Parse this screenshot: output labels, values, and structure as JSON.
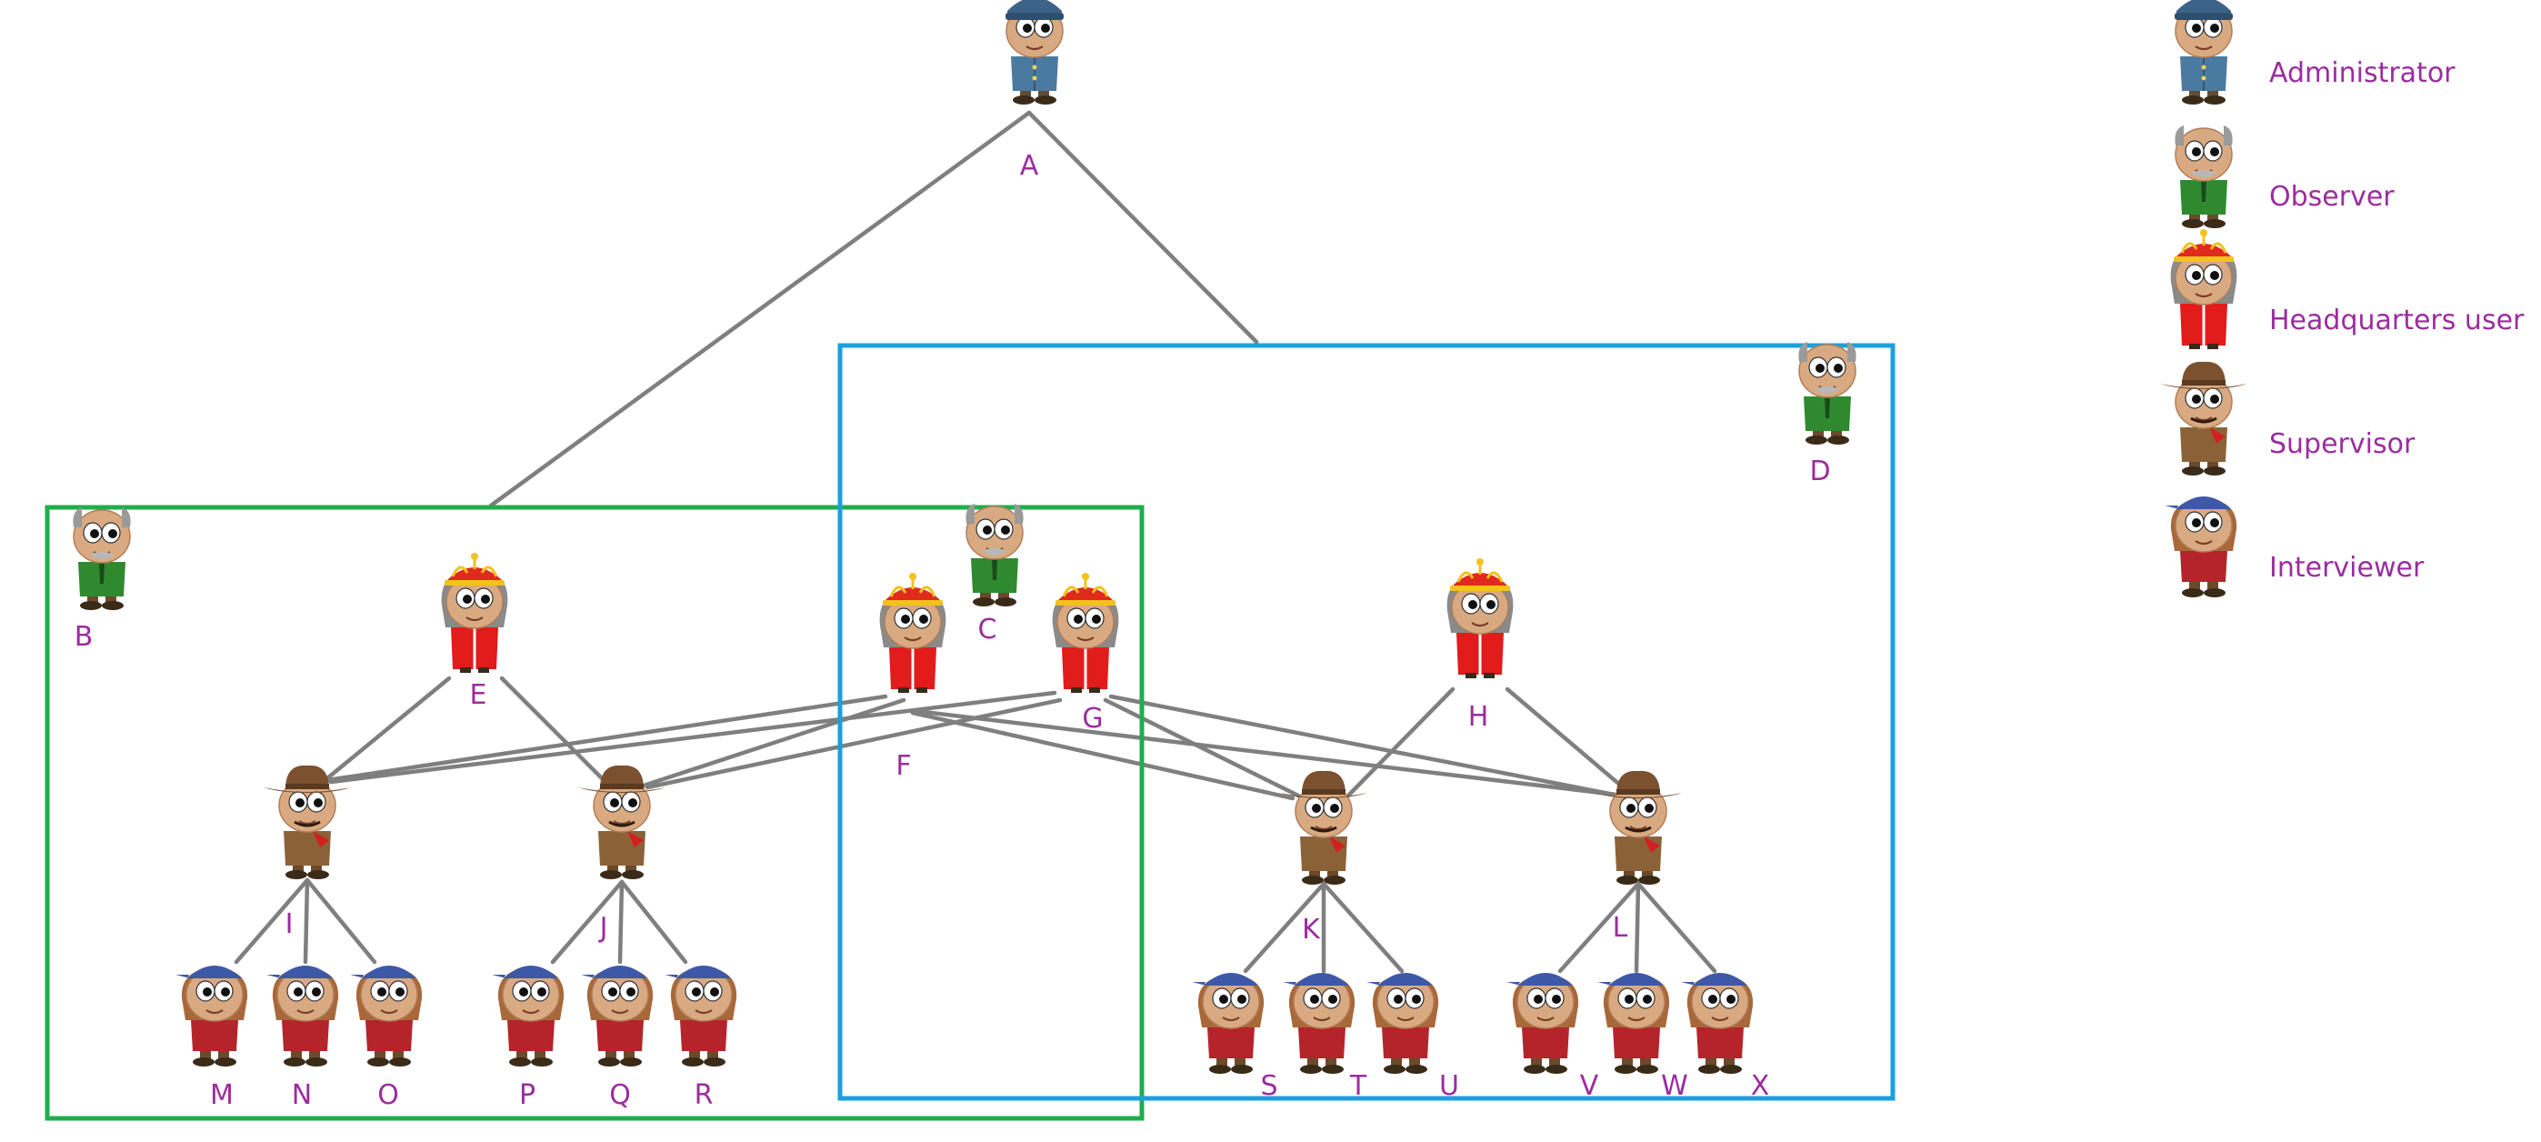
{
  "colors": {
    "label": "#9b2d9f",
    "edge": "#7f7f7f",
    "group_green": "#1fae4b",
    "group_blue": "#1aa0dc"
  },
  "legend": [
    {
      "role": "administrator",
      "label": "Administrator"
    },
    {
      "role": "observer",
      "label": "Observer"
    },
    {
      "role": "headquarters",
      "label": "Headquarters user"
    },
    {
      "role": "supervisor",
      "label": "Supervisor"
    },
    {
      "role": "interviewer",
      "label": "Interviewer"
    }
  ],
  "nodes": [
    {
      "id": "A",
      "label": "A",
      "role": "administrator"
    },
    {
      "id": "B",
      "label": "B",
      "role": "observer"
    },
    {
      "id": "C",
      "label": "C",
      "role": "observer"
    },
    {
      "id": "D",
      "label": "D",
      "role": "observer"
    },
    {
      "id": "E",
      "label": "E",
      "role": "headquarters"
    },
    {
      "id": "F",
      "label": "F",
      "role": "headquarters"
    },
    {
      "id": "G",
      "label": "G",
      "role": "headquarters"
    },
    {
      "id": "H",
      "label": "H",
      "role": "headquarters"
    },
    {
      "id": "I",
      "label": "I",
      "role": "supervisor"
    },
    {
      "id": "J",
      "label": "J",
      "role": "supervisor"
    },
    {
      "id": "K",
      "label": "K",
      "role": "supervisor"
    },
    {
      "id": "L",
      "label": "L",
      "role": "supervisor"
    },
    {
      "id": "M",
      "label": "M",
      "role": "interviewer"
    },
    {
      "id": "N",
      "label": "N",
      "role": "interviewer"
    },
    {
      "id": "O",
      "label": "O",
      "role": "interviewer"
    },
    {
      "id": "P",
      "label": "P",
      "role": "interviewer"
    },
    {
      "id": "Q",
      "label": "Q",
      "role": "interviewer"
    },
    {
      "id": "R",
      "label": "R",
      "role": "interviewer"
    },
    {
      "id": "S",
      "label": "S",
      "role": "interviewer"
    },
    {
      "id": "T",
      "label": "T",
      "role": "interviewer"
    },
    {
      "id": "U",
      "label": "U",
      "role": "interviewer"
    },
    {
      "id": "V",
      "label": "V",
      "role": "interviewer"
    },
    {
      "id": "W",
      "label": "W",
      "role": "interviewer"
    },
    {
      "id": "X",
      "label": "X",
      "role": "interviewer"
    }
  ],
  "edges": [
    [
      "A",
      "groupLeft"
    ],
    [
      "A",
      "groupRight"
    ],
    [
      "E",
      "I"
    ],
    [
      "E",
      "J"
    ],
    [
      "F",
      "I"
    ],
    [
      "F",
      "J"
    ],
    [
      "F",
      "K"
    ],
    [
      "F",
      "L"
    ],
    [
      "G",
      "I"
    ],
    [
      "G",
      "J"
    ],
    [
      "G",
      "K"
    ],
    [
      "G",
      "L"
    ],
    [
      "H",
      "K"
    ],
    [
      "H",
      "L"
    ],
    [
      "I",
      "M"
    ],
    [
      "I",
      "N"
    ],
    [
      "I",
      "O"
    ],
    [
      "J",
      "P"
    ],
    [
      "J",
      "Q"
    ],
    [
      "J",
      "R"
    ],
    [
      "K",
      "S"
    ],
    [
      "K",
      "T"
    ],
    [
      "K",
      "U"
    ],
    [
      "L",
      "V"
    ],
    [
      "L",
      "W"
    ],
    [
      "L",
      "X"
    ]
  ]
}
